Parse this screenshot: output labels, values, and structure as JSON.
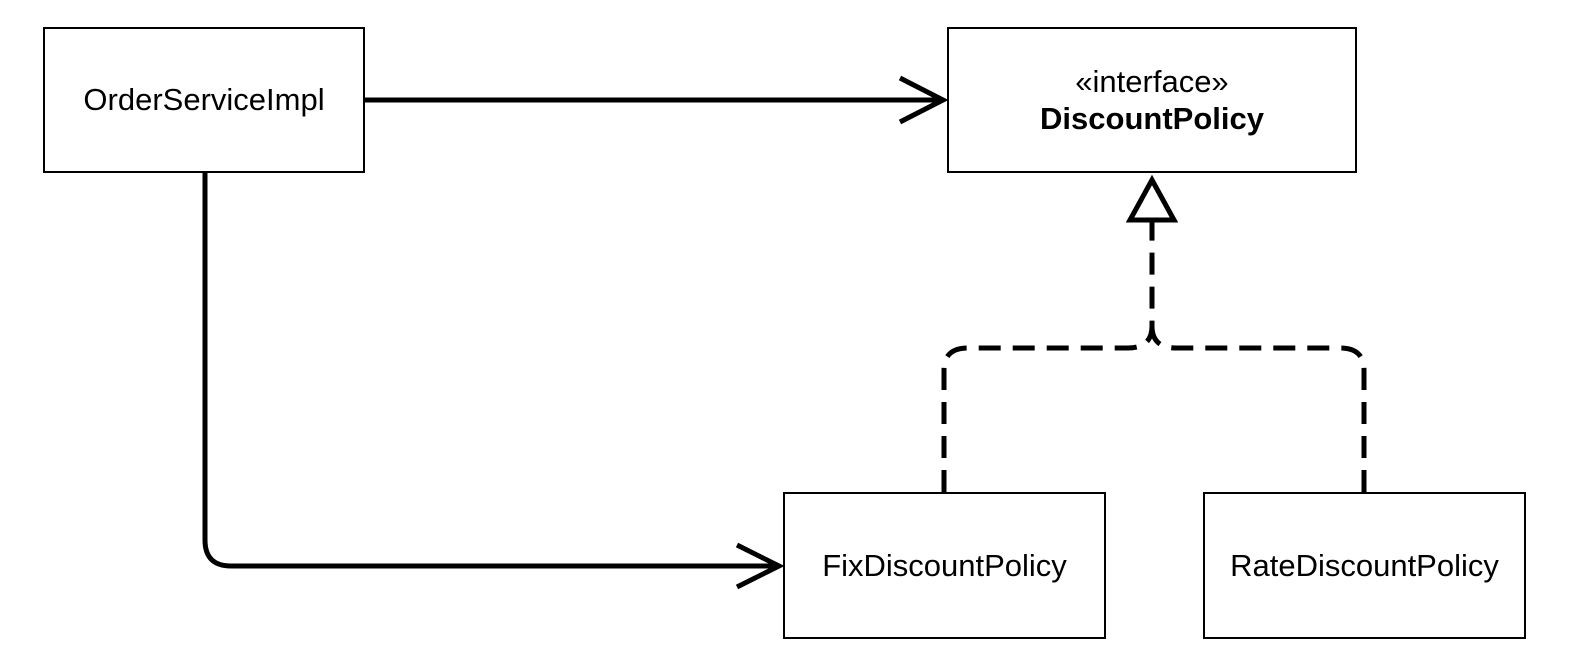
{
  "nodes": {
    "order_service_impl": {
      "label": "OrderServiceImpl"
    },
    "discount_policy": {
      "stereotype": "«interface»",
      "label": "DiscountPolicy"
    },
    "fix_discount_policy": {
      "label": "FixDiscountPolicy"
    },
    "rate_discount_policy": {
      "label": "RateDiscountPolicy"
    }
  },
  "edges": [
    {
      "from": "order_service_impl",
      "to": "discount_policy",
      "type": "association",
      "style": "solid"
    },
    {
      "from": "order_service_impl",
      "to": "fix_discount_policy",
      "type": "association",
      "style": "solid"
    },
    {
      "from": "fix_discount_policy",
      "to": "discount_policy",
      "type": "realization",
      "style": "dashed"
    },
    {
      "from": "rate_discount_policy",
      "to": "discount_policy",
      "type": "realization",
      "style": "dashed"
    }
  ],
  "colors": {
    "line": "#000000",
    "background": "#ffffff"
  }
}
